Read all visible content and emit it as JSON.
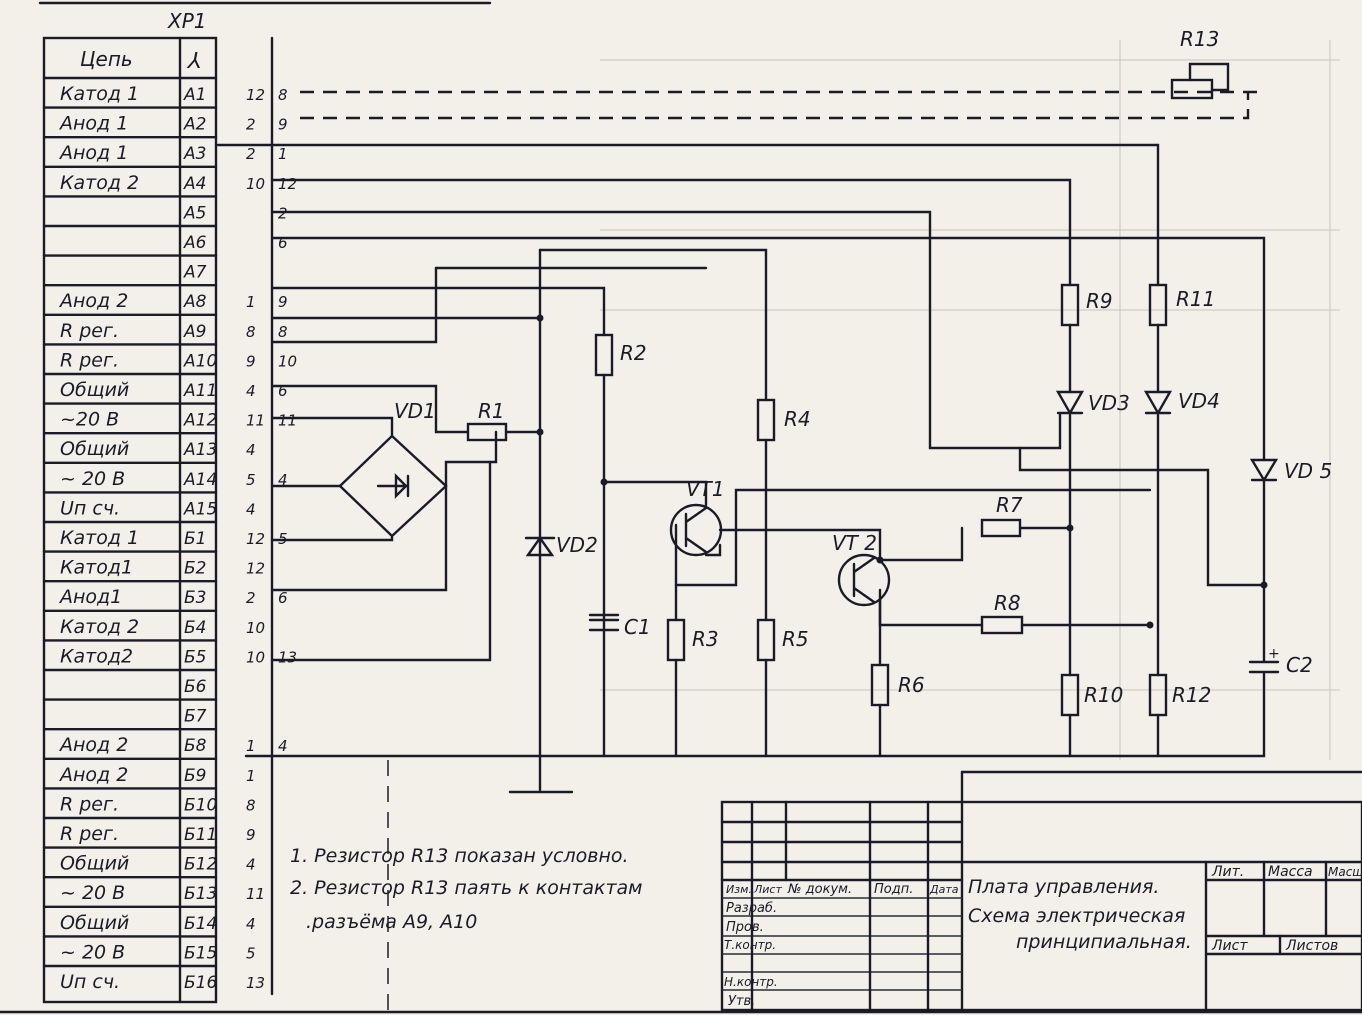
{
  "connector": {
    "ref": "XP1",
    "header_circuit": "Цепь",
    "header_pin": "⅄",
    "rows": [
      {
        "circuit": "Катод 1",
        "pin": "А1",
        "wire": "12",
        "net": "8"
      },
      {
        "circuit": "Анод 1",
        "pin": "А2",
        "wire": "2",
        "net": "9"
      },
      {
        "circuit": "Анод 1",
        "pin": "А3",
        "wire": "2",
        "net": "1"
      },
      {
        "circuit": "Катод 2",
        "pin": "А4",
        "wire": "10",
        "net": "12"
      },
      {
        "circuit": "",
        "pin": "А5",
        "wire": "",
        "net": "2"
      },
      {
        "circuit": "",
        "pin": "А6",
        "wire": "",
        "net": "6"
      },
      {
        "circuit": "",
        "pin": "А7",
        "wire": "",
        "net": ""
      },
      {
        "circuit": "Анод 2",
        "pin": "А8",
        "wire": "1",
        "net": "9"
      },
      {
        "circuit": "R рег.",
        "pin": "А9",
        "wire": "8",
        "net": "8"
      },
      {
        "circuit": "R рег.",
        "pin": "А10",
        "wire": "9",
        "net": "10"
      },
      {
        "circuit": "Общий",
        "pin": "А11",
        "wire": "4",
        "net": "6"
      },
      {
        "circuit": "~20 В",
        "pin": "А12",
        "wire": "11",
        "net": "11"
      },
      {
        "circuit": "Общий",
        "pin": "А13",
        "wire": "4",
        "net": ""
      },
      {
        "circuit": "~ 20 В",
        "pin": "А14",
        "wire": "5",
        "net": "4"
      },
      {
        "circuit": "Uп сч.",
        "pin": "А15",
        "wire": "4",
        "net": ""
      },
      {
        "circuit": "Катод 1",
        "pin": "Б1",
        "wire": "12",
        "net": "5"
      },
      {
        "circuit": "Катод1",
        "pin": "Б2",
        "wire": "12",
        "net": ""
      },
      {
        "circuit": "Анод1",
        "pin": "Б3",
        "wire": "2",
        "net": "6"
      },
      {
        "circuit": "Катод 2",
        "pin": "Б4",
        "wire": "10",
        "net": ""
      },
      {
        "circuit": "Катод2",
        "pin": "Б5",
        "wire": "10",
        "net": "13"
      },
      {
        "circuit": "",
        "pin": "Б6",
        "wire": "",
        "net": ""
      },
      {
        "circuit": "",
        "pin": "Б7",
        "wire": "",
        "net": ""
      },
      {
        "circuit": "Анод 2",
        "pin": "Б8",
        "wire": "1",
        "net": "4"
      },
      {
        "circuit": "Анод 2",
        "pin": "Б9",
        "wire": "1",
        "net": ""
      },
      {
        "circuit": "R рег.",
        "pin": "Б10",
        "wire": "8",
        "net": ""
      },
      {
        "circuit": "R рег.",
        "pin": "Б11",
        "wire": "9",
        "net": ""
      },
      {
        "circuit": "Общий",
        "pin": "Б12",
        "wire": "4",
        "net": ""
      },
      {
        "circuit": "~ 20 В",
        "pin": "Б13",
        "wire": "11",
        "net": ""
      },
      {
        "circuit": "Общий",
        "pin": "Б14",
        "wire": "4",
        "net": ""
      },
      {
        "circuit": "~ 20 В",
        "pin": "Б15",
        "wire": "5",
        "net": ""
      },
      {
        "circuit": "Uп сч.",
        "pin": "Б16",
        "wire": "13",
        "net": ""
      }
    ]
  },
  "components": {
    "R1": "R1",
    "R2": "R2",
    "R4": "R4",
    "R5a": "R3",
    "R5": "R5",
    "R6": "R6",
    "R7": "R7",
    "R8": "R8",
    "R9": "R9",
    "R10": "R10",
    "R11": "R11",
    "R12": "R12",
    "R13": "R13",
    "VD1": "VD1",
    "VD2": "VD2",
    "VD3": "VD3",
    "VD4": "VD4",
    "VD5": "VD 5",
    "VT1": "VT1",
    "VT2": "VT 2",
    "C1": "C1",
    "C2": "C2"
  },
  "notes": [
    "1. Резистор R13 показан условно.",
    "2. Резистор R13 паять к контактам",
    ".разъёма  А9, А10"
  ],
  "title_block": {
    "title_line1": "Плата управления.",
    "title_line2": "Схема электрическая",
    "title_line3": "принципиальная.",
    "col_izm": "Изм.",
    "col_list": "Лист",
    "col_doc": "№ докум.",
    "col_sign": "Подп.",
    "col_date": "Дата",
    "row_razrab": "Разраб.",
    "row_prov": "Пров.",
    "row_tkontr": "Т.контр.",
    "row_nkontr": "Н.контр.",
    "row_utv": "Утв.",
    "lit": "Лит.",
    "massa": "Масса",
    "masshtab": "Масштаб",
    "sheet": "Лист",
    "sheets": "Листов"
  }
}
